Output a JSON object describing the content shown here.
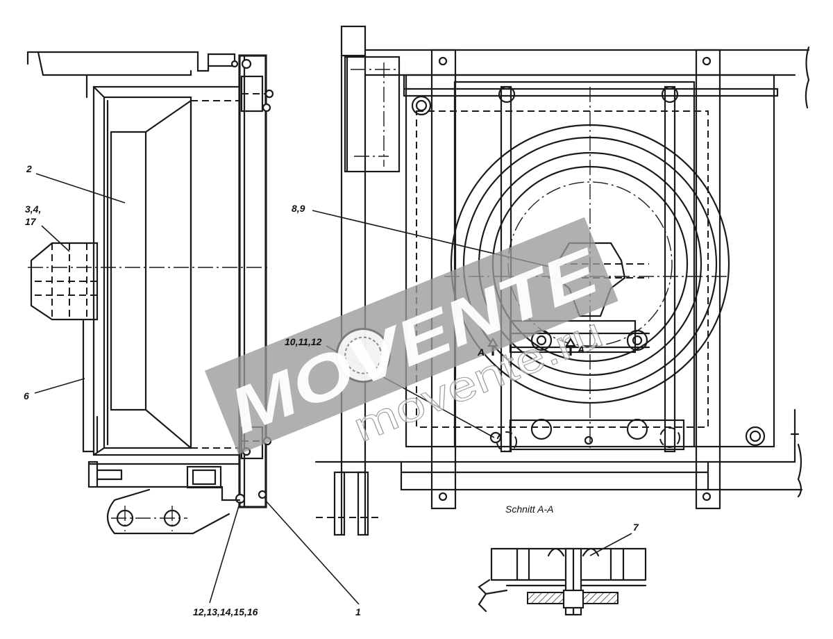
{
  "callouts": {
    "c1": "1",
    "c2": "2",
    "c3_line1": "3,4,",
    "c3_line2": "17",
    "c6": "6",
    "c7": "7",
    "c8": "8,9",
    "c10": "10,11,12",
    "c12": "12,13,14,15,16"
  },
  "section": {
    "caption": "Schnitt A-A",
    "marker": "A"
  },
  "watermark": {
    "brand": "MOVENTE",
    "domain": "movente.ru",
    "band_color": "#9a9a9a"
  }
}
